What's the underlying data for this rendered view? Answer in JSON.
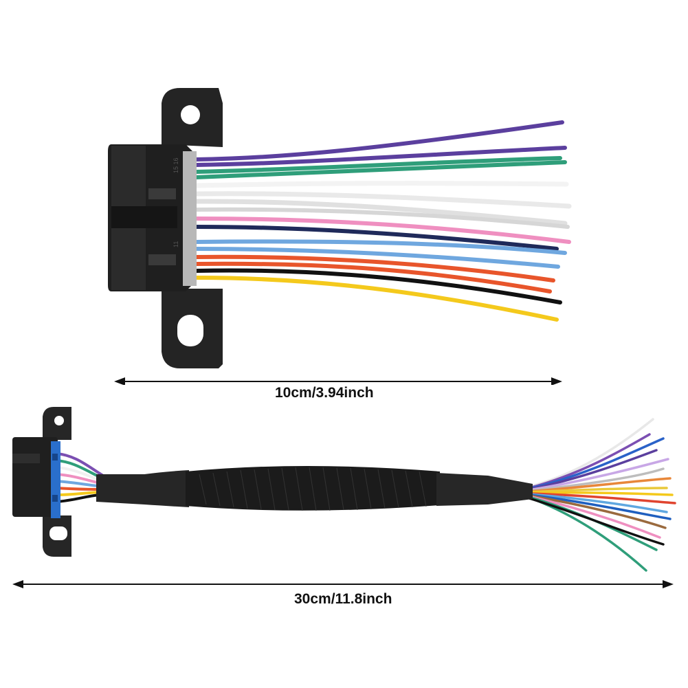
{
  "dimensions": {
    "short_cable_label": "10cm/3.94inch",
    "long_cable_label": "30cm/11.8inch"
  },
  "connector_markings": {
    "pin_top": "15 16",
    "pin_bottom": "11"
  },
  "colors": {
    "connector_body": "#1e1e1e",
    "sleeve": "#2a2a2a",
    "latch_blue": "#2a6fcc",
    "wires": [
      "#5b3f9e",
      "#2f9e7a",
      "#f2f2f2",
      "#e6e6e6",
      "#ef8fc0",
      "#1f2a5a",
      "#6fa7df",
      "#e8552b",
      "#111111",
      "#f4c91c"
    ]
  }
}
